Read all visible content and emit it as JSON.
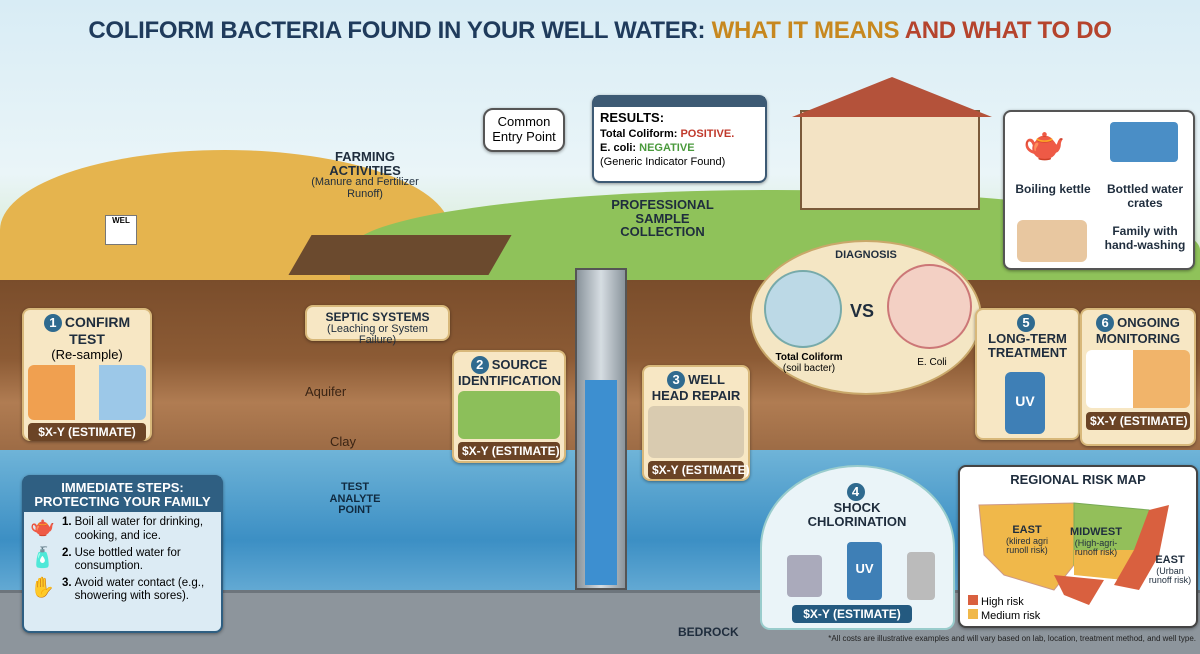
{
  "title": {
    "part1": "COLIFORM BACTERIA FOUND IN YOUR WELL WATER:",
    "part2": "WHAT IT MEANS",
    "part3": "AND WHAT TO DO"
  },
  "farming": {
    "title": "FARMING ACTIVITIES",
    "sub": "(Manure and Fertilizer Runoff)",
    "bag": "WEL"
  },
  "entry_point": "Common Entry Point",
  "results": {
    "heading": "RESULTS:",
    "total_label": "Total Coliform:",
    "total_value": "POSITIVE.",
    "ecoli_label": "E. coli:",
    "ecoli_value": "NEGATIVE",
    "note": "(Generic Indicator Found)",
    "positive_color": "#c0392b",
    "negative_color": "#4a9a3c"
  },
  "sample_collection": "PROFESSIONAL SAMPLE COLLECTION",
  "household": {
    "kettle": "Boiling kettle",
    "bottles": "Bottled water crates",
    "family": "Family with hand-washing"
  },
  "septic": {
    "title": "SEPTIC SYSTEMS",
    "sub": "(Leaching or System Failure)"
  },
  "layers": {
    "aquifer": "Aquifer",
    "clay": "Clay",
    "analyte": "TEST ANALYTE POINT",
    "bedrock": "BEDROCK"
  },
  "steps": [
    {
      "num": "1",
      "title": "CONFIRM TEST",
      "sub": "(Re-sample)",
      "cost": "$X-Y (ESTIMATE)"
    },
    {
      "num": "2",
      "title": "SOURCE IDENTIFICATION",
      "cost": "$X-Y (ESTIMATE)"
    },
    {
      "num": "3",
      "title": "WELL HEAD REPAIR",
      "cost": "$X-Y (ESTIMATE)"
    },
    {
      "num": "4",
      "title": "SHOCK CHLORINATION",
      "cost": "$X-Y (ESTIMATE)",
      "uv": "UV"
    },
    {
      "num": "5",
      "title": "LONG-TERM TREATMENT",
      "uv": "UV"
    },
    {
      "num": "6",
      "title": "ONGOING MONITORING",
      "cost": "$X-Y (ESTIMATE)"
    }
  ],
  "diagnosis": {
    "title": "DIAGNOSIS",
    "vs": "VS",
    "left": "Total Coliform",
    "left_sub": "(soil bacter)",
    "right": "E. Coli"
  },
  "immediate": {
    "title": "IMMEDIATE STEPS: PROTECTING YOUR FAMILY",
    "items": [
      {
        "n": "1.",
        "text": "Boil all water for drinking, cooking, and ice.",
        "icon": "kettle-icon"
      },
      {
        "n": "2.",
        "text": "Use bottled water for consumption.",
        "icon": "bottle-icon"
      },
      {
        "n": "3.",
        "text": "Avoid water contact (e.g., showering with sores).",
        "icon": "hand-icon"
      }
    ]
  },
  "risk_map": {
    "title": "REGIONAL RISK MAP",
    "regions": [
      {
        "name": "EAST",
        "note": "(klired agri runoll risk)"
      },
      {
        "name": "MIDWEST",
        "note": "(High-agri-runoff risk)"
      },
      {
        "name": "EAST",
        "note": "(Urban runoff risk)"
      }
    ],
    "legend": [
      {
        "label": "High risk",
        "color": "#d9603f"
      },
      {
        "label": "Medium risk",
        "color": "#f0b84a"
      }
    ]
  },
  "footnote": "*All costs are illustrative examples and will vary based on lab, location, treatment method, and well type."
}
